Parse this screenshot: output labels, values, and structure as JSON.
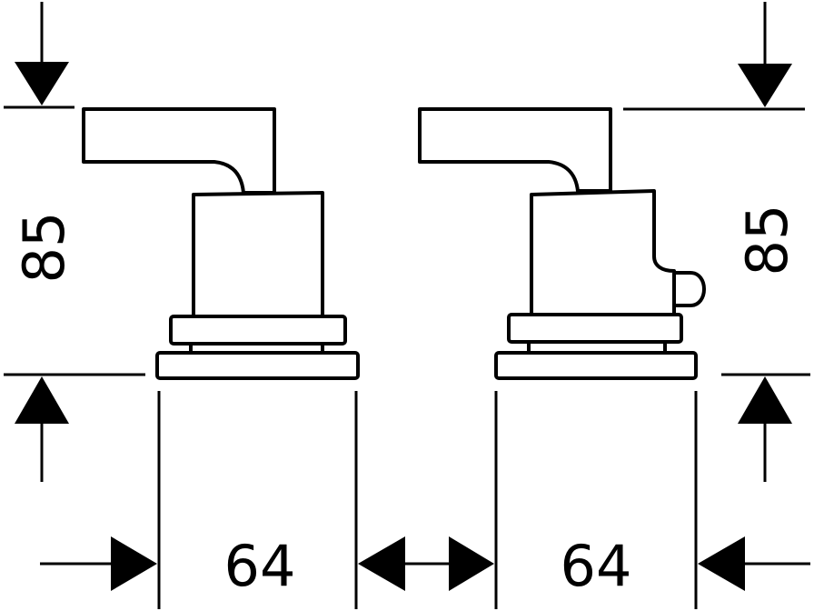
{
  "dimensions": {
    "height_left": "85",
    "height_right": "85",
    "width_left": "64",
    "width_right": "64"
  }
}
